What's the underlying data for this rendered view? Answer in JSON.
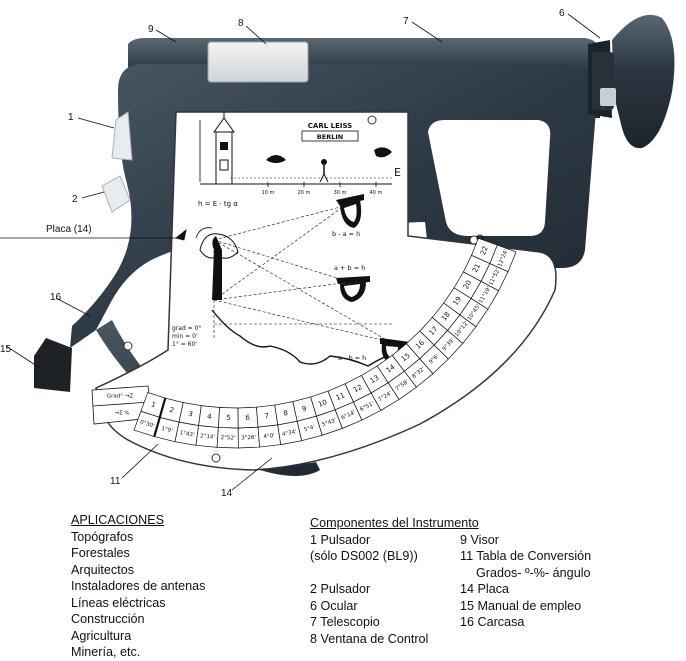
{
  "callouts": {
    "c1": "1",
    "c2": "2",
    "c6": "6",
    "c7": "7",
    "c8": "8",
    "c9": "9",
    "c11": "11",
    "c14": "14",
    "c15": "15",
    "c16": "16",
    "placa": "Placa (14)"
  },
  "plate": {
    "brand_line1": "CARL LEISS",
    "brand_line2": "BERLIN",
    "e_label": "E",
    "formula": "h = E · tg α",
    "eq_top": "b - a = h",
    "eq_mid": "a + b = h",
    "eq_bottom": "a - b = h",
    "grad_line1": "grad = 0°",
    "grad_line2": "min  = 0'",
    "grad_line3": "1°    = 60'",
    "scale_ticks": [
      "10 m",
      "20 m",
      "30 m",
      "40 m"
    ]
  },
  "table": {
    "header_top": "Grad° →Z",
    "header_bottom": "→Σ   %",
    "percent": [
      "1",
      "2",
      "3",
      "4",
      "5",
      "6",
      "7",
      "8",
      "9",
      "10",
      "11",
      "12",
      "13",
      "14",
      "15",
      "16",
      "17",
      "18",
      "19",
      "20",
      "21",
      "22"
    ],
    "degrees": [
      "0°30'",
      "1°9'",
      "1°43'",
      "2°14'",
      "2°52'",
      "3°26'",
      "4°0'",
      "4°34'",
      "5°4'",
      "5°43'",
      "6°14'",
      "6°51'",
      "7°24'",
      "7°58'",
      "8°32'",
      "9°6'",
      "9°39'",
      "10°12'",
      "10°45'",
      "11°19'",
      "11°52'",
      "12°24'"
    ]
  },
  "applications": {
    "heading": "APLICACIONES",
    "items": [
      "Topógrafos",
      "Forestales",
      "Arquitectos",
      "Instaladores de antenas",
      "Líneas eléctricas",
      "Construcción",
      "Agricultura",
      "Minería, etc."
    ]
  },
  "components": {
    "heading": "Componentes del Instrumento",
    "rows": [
      {
        "left": "1 Pulsador",
        "right": "9 Visor"
      },
      {
        "left": "(sólo DS002 (BL9))",
        "right": "11 Tabla de Conversión"
      },
      {
        "left": "",
        "right": "Grados- º-%- ángulo"
      },
      {
        "left": "2 Pulsador",
        "right": "14 Placa"
      },
      {
        "left": "6 Ocular",
        "right": "15 Manual de empleo"
      },
      {
        "left": "7 Telescopio",
        "right": "16 Carcasa"
      },
      {
        "left": "8 Ventana de Control",
        "right": ""
      }
    ]
  },
  "colors": {
    "body": "#2b3640",
    "body_light": "#3d4a56",
    "plate": "#ffffff",
    "ink": "#111111"
  }
}
